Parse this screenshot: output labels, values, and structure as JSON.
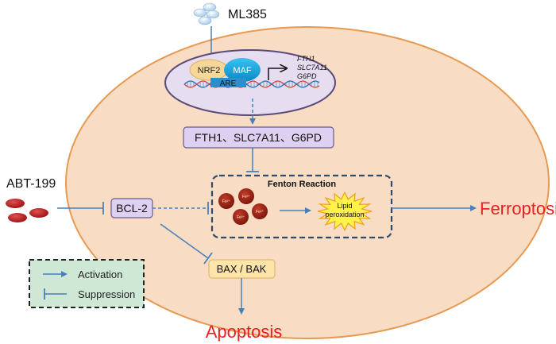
{
  "drugs": {
    "ml385": "ML385",
    "abt199": "ABT-199"
  },
  "nucleus": {
    "nrf2": "NRF2",
    "maf": "MAF",
    "are": "ARE",
    "target_genes": [
      "FTH1",
      "SLC7A11",
      "G6PD"
    ]
  },
  "proteins_box": "FTH1、SLC7A11、G6PD",
  "bcl2": "BCL-2",
  "bax_bak": "BAX / BAK",
  "fenton": {
    "title": "Fenton Reaction",
    "ions": [
      "Fe²⁺",
      "Fe³⁺",
      "Fe²⁺",
      "Fe³⁺"
    ],
    "lipid_line1": "Lipid",
    "lipid_line2": "peroxidation"
  },
  "outcomes": {
    "ferroptosis": "Ferroptosis",
    "apoptosis": "Apoptosis"
  },
  "legend": {
    "activation": "Activation",
    "suppression": "Suppression"
  },
  "colors": {
    "cell_fill": "#f8dcc3",
    "cell_stroke": "#e69a52",
    "nucleus_fill": "#e6def0",
    "nucleus_stroke": "#5a4a7a",
    "arrow": "#4a7ebb",
    "outcome_red": "#e8211e",
    "bcl2_fill": "#ddd0f0",
    "bax_fill": "#fde4a8",
    "legend_fill": "#cfe8d6"
  }
}
